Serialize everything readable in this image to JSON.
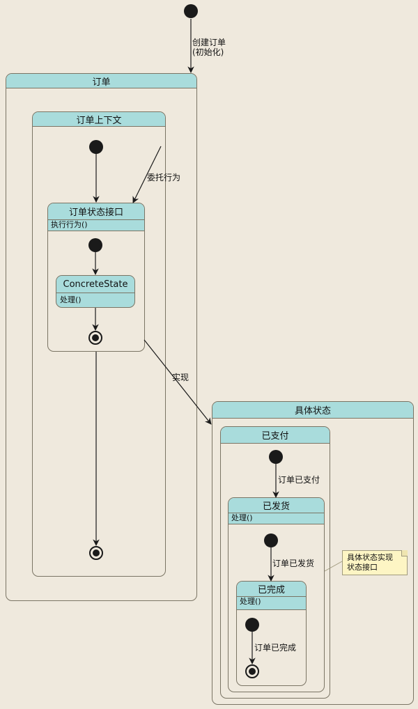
{
  "diagram": {
    "transitions": {
      "create_order": [
        "创建订单",
        "(初始化)"
      ],
      "delegate": "委托行为",
      "implement": "实现",
      "order_paid": "订单已支付",
      "order_shipped": "订单已发货",
      "order_completed": "订单已完成"
    },
    "states": {
      "order": {
        "title": "订单"
      },
      "order_context": {
        "title": "订单上下文"
      },
      "order_state_interface": {
        "title": "订单状态接口",
        "action": "执行行为()"
      },
      "concrete_state": {
        "title": "ConcreteState",
        "action": "处理()"
      },
      "concrete_states": {
        "title": "具体状态"
      },
      "paid": {
        "title": "已支付"
      },
      "shipped": {
        "title": "已发货",
        "action": "处理()"
      },
      "completed": {
        "title": "已完成",
        "action": "处理()"
      }
    },
    "note": [
      "具体状态实现",
      "状态接口"
    ],
    "colors": {
      "state_fill": "#a9dcdc",
      "background": "#efe9dd",
      "note_fill": "#fdf5c4",
      "line": "#1a1a1a"
    }
  }
}
